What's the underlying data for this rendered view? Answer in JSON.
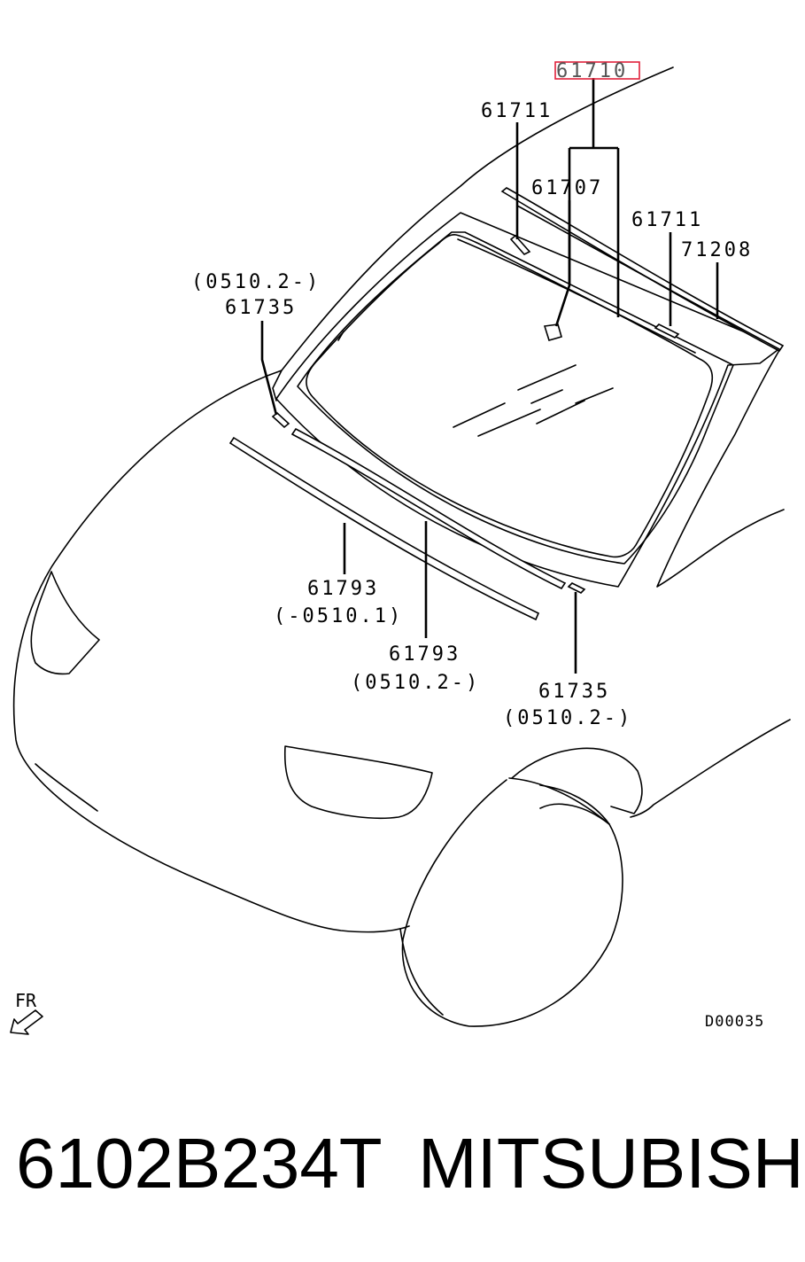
{
  "callouts": {
    "part_61710": "61710",
    "part_61711_left": "61711",
    "part_61707": "61707",
    "part_61711_right": "61711",
    "part_71208": "71208",
    "date_0510_2_upper_left": "(0510.2-)",
    "part_61735_upper_left": "61735",
    "part_61793_lower": "61793",
    "date_0510_1": "(-0510.1)",
    "part_61793_upper": "61793",
    "date_0510_2_center": "(0510.2-)",
    "part_61735_lower_right": "61735",
    "date_0510_2_lower_right": "(0510.2-)"
  },
  "highlight_color": "#e0203a",
  "direction_label": "FR",
  "direction_icon": "arrow-down-left-icon",
  "drawing_id": "D00035",
  "caption": {
    "part_number": "6102B234T",
    "brand": "MITSUBISHI"
  }
}
